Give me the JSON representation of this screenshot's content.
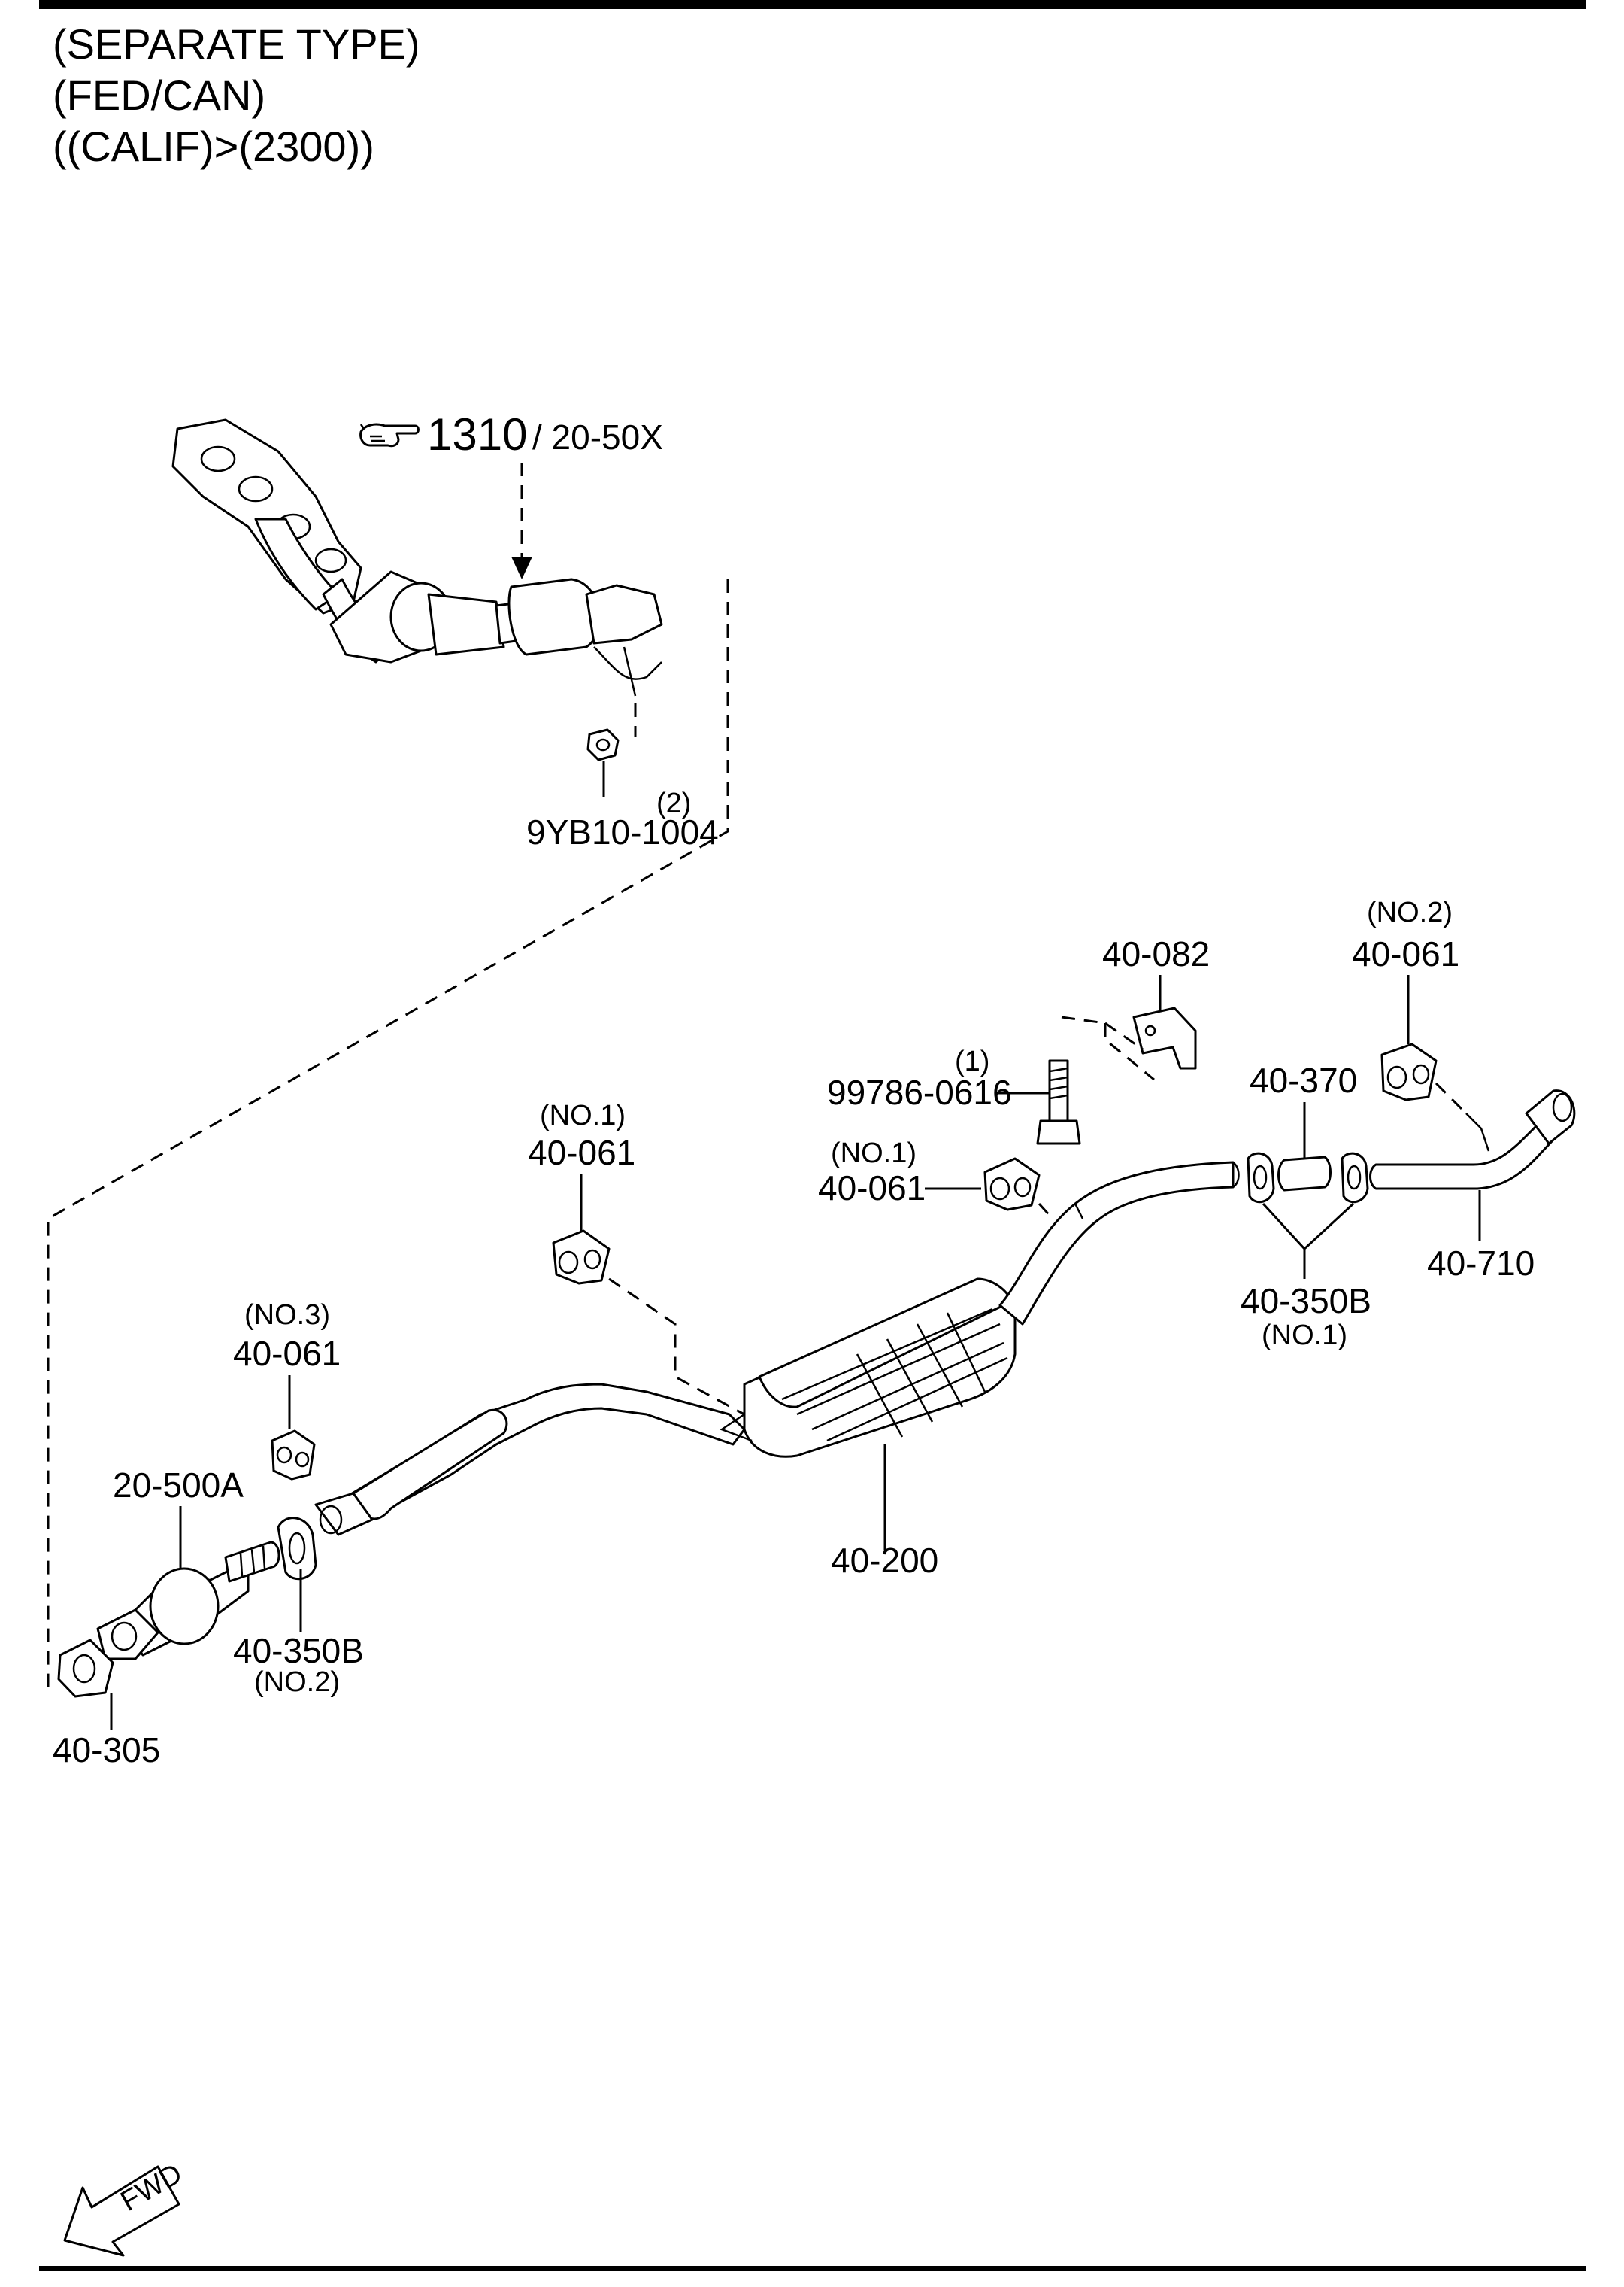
{
  "header": {
    "line1": "(SEPARATE TYPE)",
    "line2": "(FED/CAN)",
    "line3": "((CALIF)>(2300))"
  },
  "reference": {
    "main": "1310",
    "sub": "/ 20-50X",
    "icon": "pointing-hand-icon"
  },
  "parts": {
    "nut": {
      "qty": "(2)",
      "number": "9YB10-1004"
    },
    "bracket": {
      "number": "40-082"
    },
    "bolt": {
      "qty": "(1)",
      "number": "99786-0616"
    },
    "hanger_no2": {
      "note": "(NO.2)",
      "number": "40-061"
    },
    "hanger_mid": {
      "note": "(NO.1)",
      "number": "40-061"
    },
    "hanger_front": {
      "note": "(NO.1)",
      "number": "40-061"
    },
    "hanger_no3": {
      "note": "(NO.3)",
      "number": "40-061"
    },
    "sleeve": {
      "number": "40-370"
    },
    "tail_pipe": {
      "number": "40-710"
    },
    "gasket_rear": {
      "number": "40-350B",
      "note": "(NO.1)"
    },
    "catalyst": {
      "number": "20-500A"
    },
    "gasket_front": {
      "number": "40-350B",
      "note": "(NO.2)"
    },
    "flange_gasket": {
      "number": "40-305"
    },
    "muffler": {
      "number": "40-200"
    }
  },
  "fwd_arrow": {
    "label": "FWD"
  }
}
